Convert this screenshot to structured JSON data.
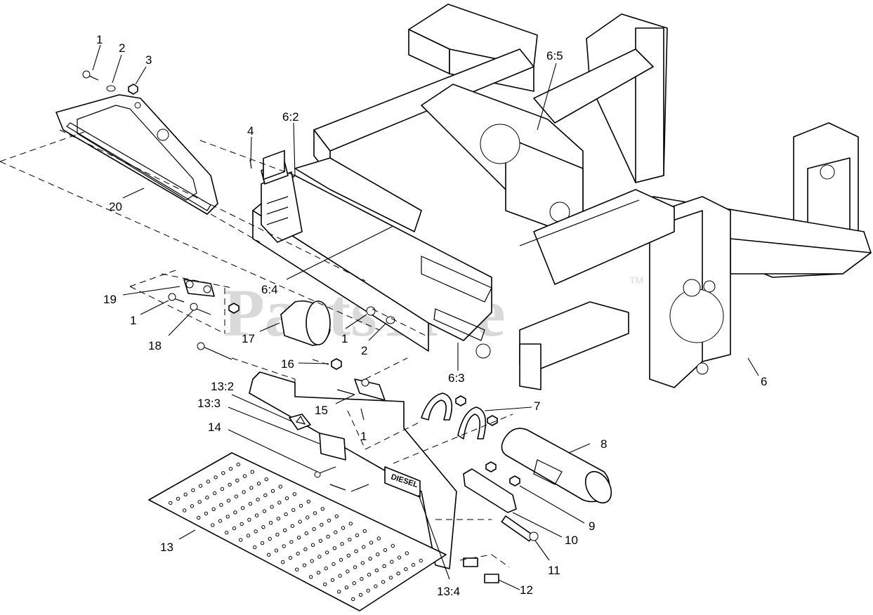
{
  "watermark": {
    "text": "PartsTree",
    "trademark": "TM"
  },
  "decal": {
    "text": "DIESEL"
  },
  "callouts": [
    {
      "id": "c1a",
      "label": "1"
    },
    {
      "id": "c2a",
      "label": "2"
    },
    {
      "id": "c3",
      "label": "3"
    },
    {
      "id": "c4",
      "label": "4"
    },
    {
      "id": "c20",
      "label": "20"
    },
    {
      "id": "c6-2",
      "label": "6:2"
    },
    {
      "id": "c6-5",
      "label": "6:5"
    },
    {
      "id": "c6-4",
      "label": "6:4"
    },
    {
      "id": "c19",
      "label": "19"
    },
    {
      "id": "c1b",
      "label": "1"
    },
    {
      "id": "c18",
      "label": "18"
    },
    {
      "id": "c17",
      "label": "17"
    },
    {
      "id": "c1c",
      "label": "1"
    },
    {
      "id": "c2b",
      "label": "2"
    },
    {
      "id": "c16",
      "label": "16"
    },
    {
      "id": "c6-3",
      "label": "6:3"
    },
    {
      "id": "c6",
      "label": "6"
    },
    {
      "id": "c13-2",
      "label": "13:2"
    },
    {
      "id": "c13-3",
      "label": "13:3"
    },
    {
      "id": "c15",
      "label": "15"
    },
    {
      "id": "c1d",
      "label": "1"
    },
    {
      "id": "c7",
      "label": "7"
    },
    {
      "id": "c14",
      "label": "14"
    },
    {
      "id": "c8",
      "label": "8"
    },
    {
      "id": "c9",
      "label": "9"
    },
    {
      "id": "c10",
      "label": "10"
    },
    {
      "id": "c13",
      "label": "13"
    },
    {
      "id": "c11",
      "label": "11"
    },
    {
      "id": "c12",
      "label": "12"
    },
    {
      "id": "c13-4",
      "label": "13:4"
    }
  ]
}
